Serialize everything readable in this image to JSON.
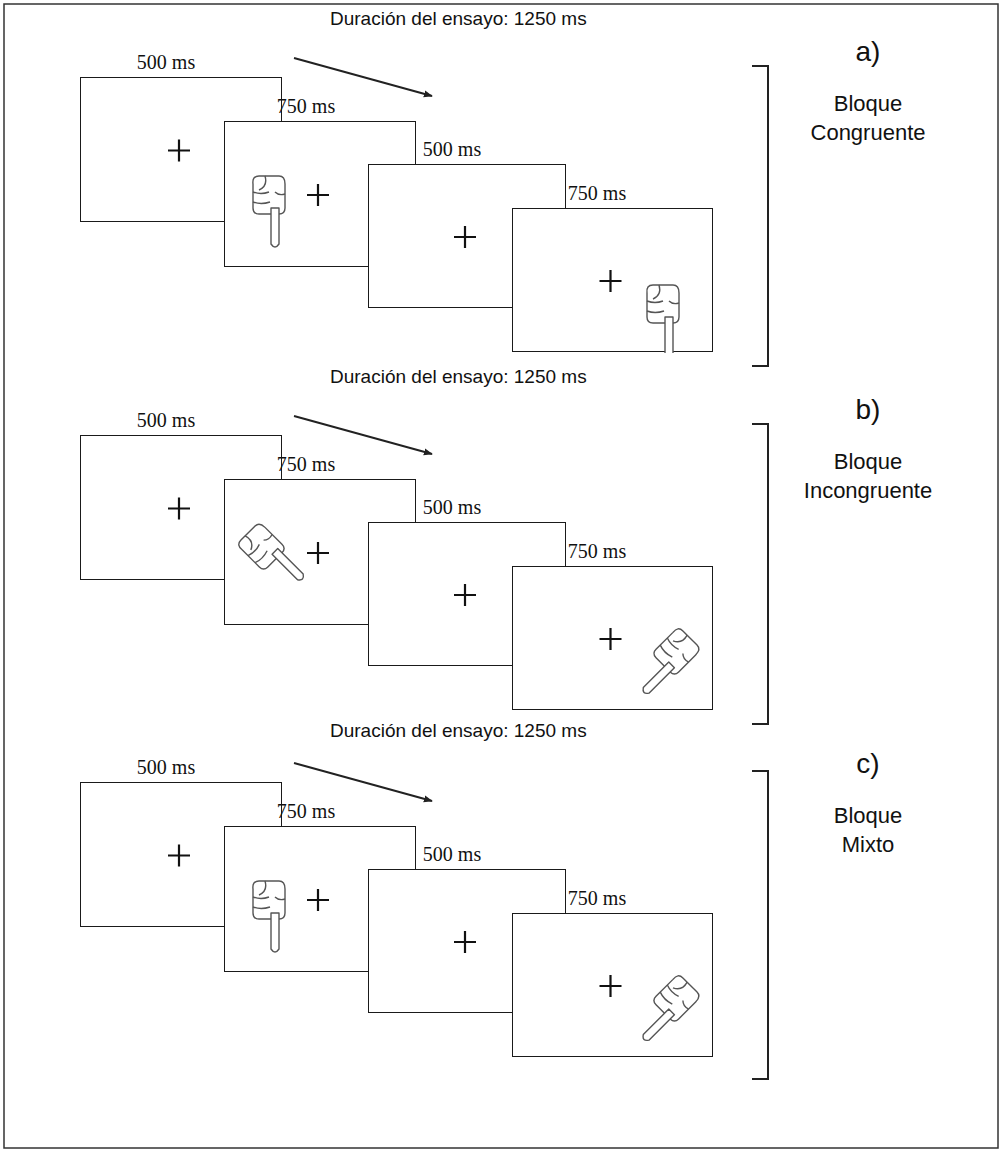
{
  "diagram": {
    "nodes": [
      {
        "text": [
          "500 ms"
        ]
      },
      {
        "text": [
          "750 ms"
        ]
      },
      {
        "text": [
          "500 ms"
        ]
      },
      {
        "text": [
          "750 ms"
        ]
      },
      {
        "text": [
          "500 ms"
        ]
      },
      {
        "text": [
          "750 ms"
        ]
      },
      {
        "text": [
          "500 ms"
        ]
      },
      {
        "text": [
          "750 ms"
        ]
      },
      {
        "text": [
          "500 ms"
        ]
      },
      {
        "text": [
          "750 ms"
        ]
      },
      {
        "text": [
          "500 ms"
        ]
      },
      {
        "text": [
          "750 ms"
        ]
      }
    ],
    "labels": [
      "Duración del ensayo: 1250 ms",
      "a)",
      "Bloque Congruente",
      "Duración del ensayo: 1250 ms",
      "b)",
      "Bloque Incongruente",
      "Duración del ensayo: 1250 ms",
      "c)",
      "Bloque Mixto"
    ]
  }
}
